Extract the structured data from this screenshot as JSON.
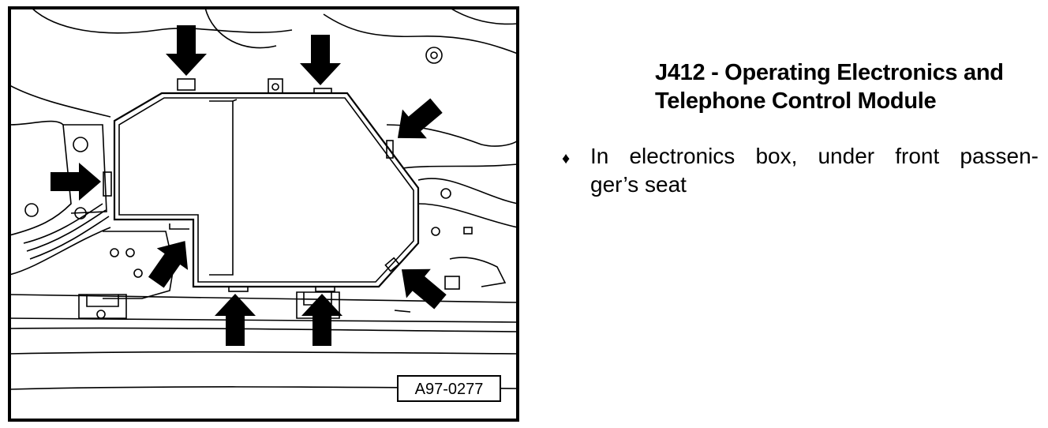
{
  "figure": {
    "code": "A97-0277"
  },
  "component": {
    "title_line1": "J412 - Operating Electronics and",
    "title_line2": "Telephone Control Module"
  },
  "notes": {
    "bullet_symbol": "♦",
    "line1": "In electronics box, under front passen-",
    "line2": "ger’s seat"
  }
}
